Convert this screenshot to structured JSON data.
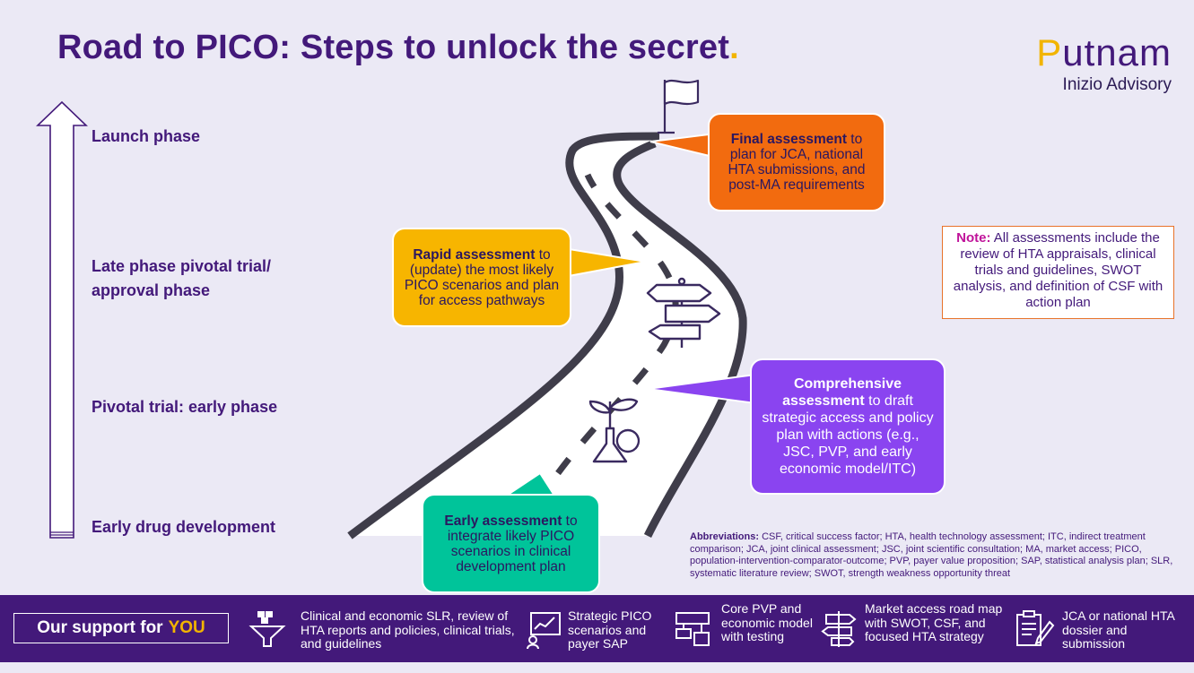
{
  "title": {
    "text": "Road to PICO: Steps to unlock the secret",
    "dot": "."
  },
  "logo": {
    "main_p": "P",
    "main_rest": "utnam",
    "sub": "Inizio Advisory"
  },
  "phases": [
    "Launch phase",
    "Late phase pivotal trial/",
    "approval phase",
    "Pivotal trial: early phase",
    "Early drug development"
  ],
  "bubbles": {
    "final": {
      "bold": "Final assessment",
      "rest": " to plan for JCA, national HTA submissions, and post-MA requirements"
    },
    "rapid": {
      "bold": "Rapid assessment",
      "rest": " to (update) the most likely PICO scenarios and plan for access pathways"
    },
    "comprehensive": {
      "bold": "Comprehensive assessment",
      "rest": " to draft strategic access and policy plan with actions (e.g.,  JSC, PVP, and early  economic model/ITC)"
    },
    "early": {
      "bold": "Early assessment",
      "rest": " to integrate likely PICO scenarios in clinical development plan"
    }
  },
  "note": {
    "label": "Note:",
    "text": " All assessments include the review of HTA appraisals, clinical trials and guidelines, SWOT analysis, and definition of CSF with action plan"
  },
  "abbreviations": {
    "label": "Abbreviations:",
    "text": " CSF, critical success factor; HTA, health technology assessment; ITC, indirect treatment comparison; JCA, joint clinical assessment; JSC, joint scientific consultation; MA, market access; PICO, population-intervention-comparator-outcome; PVP, payer value proposition; SAP, statistical analysis plan; SLR, systematic literature review; SWOT, strength weakness opportunity threat"
  },
  "support": {
    "label": "Our support for",
    "you": "YOU",
    "items": [
      {
        "text": "Clinical  and economic SLR, review of HTA reports and policies, clinical  trials,  and guidelines",
        "icon": "funnel-icon"
      },
      {
        "text": "Strategic PICO scenarios and payer SAP",
        "icon": "chart-board-icon"
      },
      {
        "text": "Core PVP and economic model with testing",
        "icon": "flowchart-icon"
      },
      {
        "text": "Market access road map with SWOT, CSF, and focused  HTA strategy",
        "icon": "signpost-icon"
      },
      {
        "text": "JCA or national HTA dossier and submission",
        "icon": "document-pen-icon"
      }
    ]
  },
  "colors": {
    "purple": "#43197a",
    "orange": "#f26b0f",
    "yellow": "#f7b500",
    "violet": "#8a44f0",
    "teal": "#00c49a",
    "road": "#3f3d4a"
  }
}
